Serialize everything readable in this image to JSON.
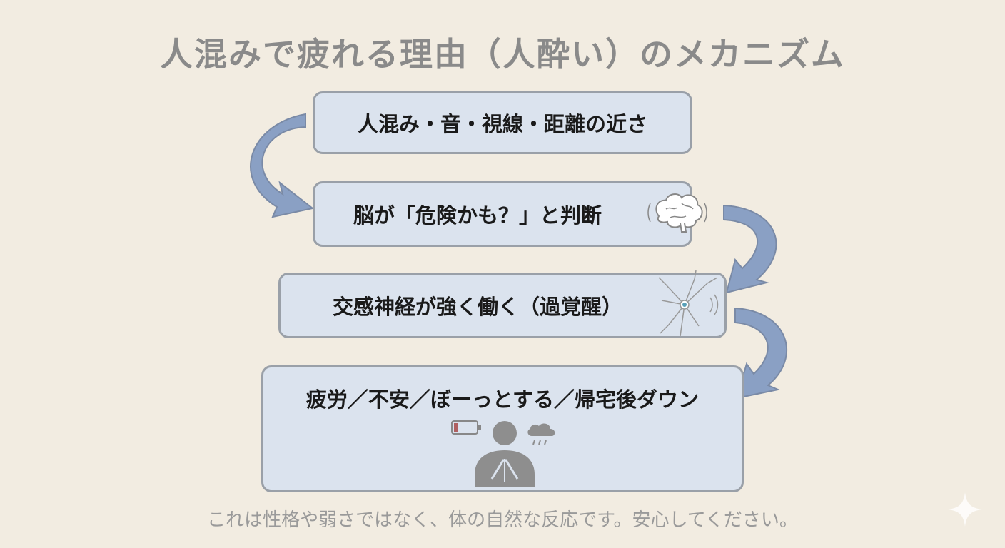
{
  "title": "人混みで疲れる理由（人酔い）のメカニズム",
  "steps": [
    {
      "label": "人混み・音・視線・距離の近さ"
    },
    {
      "label": "脳が「危険かも？」と判断",
      "icon": "brain-icon"
    },
    {
      "label": "交感神経が強く働く（過覚醒）",
      "icon": "neuron-icon"
    },
    {
      "label": "疲労／不安／ぼーっとする／帰宅後ダウン",
      "icons": [
        "low-battery-icon",
        "person-praying-icon",
        "rain-cloud-icon"
      ]
    }
  ],
  "footer": "これは性格や弱さではなく、体の自然な反応です。安心してください。",
  "colors": {
    "background": "#f2ece1",
    "box_fill": "#dbe3ee",
    "box_border": "#9aa0a8",
    "arrow": "#8aa0c4",
    "title": "#8a8a8a",
    "footer": "#9a9a9a"
  }
}
